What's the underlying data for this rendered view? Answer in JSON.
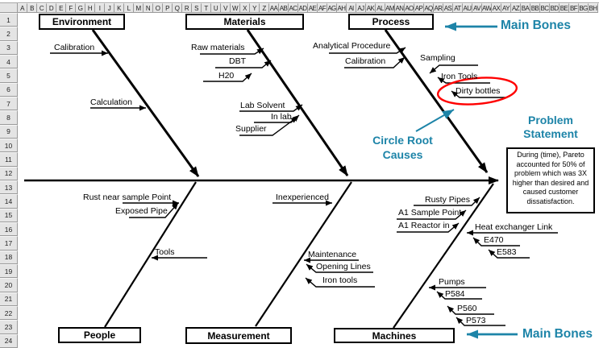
{
  "grid": {
    "columns": [
      "A",
      "B",
      "C",
      "D",
      "E",
      "F",
      "G",
      "H",
      "I",
      "J",
      "K",
      "L",
      "M",
      "N",
      "O",
      "P",
      "Q",
      "R",
      "S",
      "T",
      "U",
      "V",
      "W",
      "X",
      "Y",
      "Z",
      "AA",
      "AB",
      "AC",
      "AD",
      "AE",
      "AF",
      "AG",
      "AH",
      "AI",
      "AJ",
      "AK",
      "AL",
      "AM",
      "AN",
      "AO",
      "AP",
      "AQ",
      "AR",
      "AS",
      "AT",
      "AU",
      "AV",
      "AW",
      "AX",
      "AY",
      "AZ",
      "BA",
      "BB",
      "BC",
      "BD",
      "BE",
      "BF",
      "BG",
      "BH"
    ],
    "rows": [
      "1",
      "2",
      "3",
      "4",
      "5",
      "6",
      "7",
      "8",
      "9",
      "10",
      "11",
      "12",
      "13",
      "14",
      "15",
      "16",
      "17",
      "18",
      "19",
      "20",
      "21",
      "22",
      "23",
      "24"
    ]
  },
  "categories": {
    "environment": "Environment",
    "materials": "Materials",
    "process": "Process",
    "people": "People",
    "measurement": "Measurement",
    "machines": "Machines"
  },
  "causes": {
    "env_calibration": "Calibration",
    "env_calculation": "Calculation",
    "mat_raw_materials": "Raw materials",
    "mat_dbt": "DBT",
    "mat_h20": "H20",
    "mat_lab_solvent": "Lab Solvent",
    "mat_in_lab": "In lab",
    "mat_supplier": "Supplier",
    "proc_analytical_procedure": "Analytical Procedure",
    "proc_calibration": "Calibration",
    "proc_sampling": "Sampling",
    "proc_iron_tools": "Iron Tools",
    "proc_dirty_bottles": "Dirty bottles",
    "people_rust": "Rust near sample Point",
    "people_exposed_pipe": "Exposed Pipe",
    "people_tools": "Tools",
    "meas_inexperienced": "Inexperienced",
    "meas_maintenance": "Maintenance",
    "meas_opening_lines": "Opening Lines",
    "meas_iron_tools": "Iron tools",
    "mach_rusty_pipes": "Rusty Pipes",
    "mach_a1_sample_point": "A1 Sample Point",
    "mach_a1_reactor": "A1 Reactor in",
    "mach_heat_exchanger": "Heat exchanger Link",
    "mach_e470": "E470",
    "mach_e583": "E583",
    "mach_pumps": "Pumps",
    "mach_p584": "P584",
    "mach_p560": "P560",
    "mach_p573": "P573"
  },
  "annotations": {
    "main_bones_top": "Main Bones",
    "main_bones_bottom": "Main Bones",
    "circle_root_causes": "Circle Root Causes",
    "problem_statement": "Problem Statement",
    "problem_text": "During (time), Pareto accounted for 50% of problem which was 3X higher than desired and caused customer dissatisfaction."
  },
  "colors": {
    "annotation_teal": "#1d84a8",
    "circle_red": "#ff0000",
    "bone_black": "#000000"
  }
}
